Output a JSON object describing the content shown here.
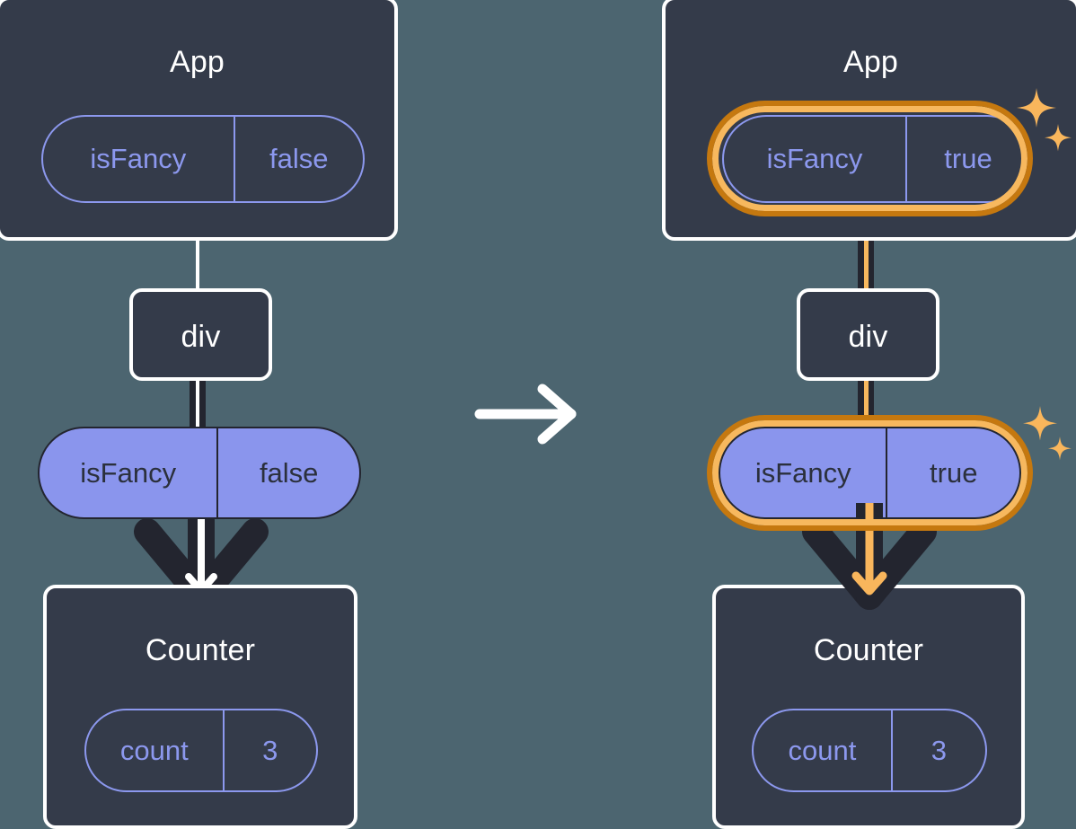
{
  "diagram": {
    "title": "React state update tree diagram",
    "type": "component-tree-comparison",
    "background_color": "#4c6570",
    "colors": {
      "box_fill": "#343b4a",
      "box_border": "#ffffff",
      "pill_outline": "#8c98ee",
      "pill_fill": "#8a95ed",
      "pill_fill_text": "#2b303c",
      "highlight_inner": "#f7b85e",
      "highlight_outer": "#c5780f",
      "connector_dark": "#23252f",
      "connector_white": "#ffffff",
      "sparkle": "#f9b65c"
    },
    "transition_arrow": "arrow-right-icon"
  },
  "panels": [
    {
      "id": "before",
      "app": {
        "title": "App",
        "state": {
          "key": "isFancy",
          "value": "false",
          "value_bold": false,
          "highlighted": false
        }
      },
      "div": {
        "label": "div"
      },
      "prop": {
        "key": "isFancy",
        "value": "false",
        "value_bold": false,
        "highlighted": false
      },
      "counter": {
        "title": "Counter",
        "state": {
          "key": "count",
          "value": "3",
          "value_bold": false,
          "highlighted": false
        }
      },
      "sparkles_visible": false
    },
    {
      "id": "after",
      "app": {
        "title": "App",
        "state": {
          "key": "isFancy",
          "value": "true",
          "value_bold": true,
          "highlighted": true
        }
      },
      "div": {
        "label": "div"
      },
      "prop": {
        "key": "isFancy",
        "value": "true",
        "value_bold": true,
        "highlighted": true
      },
      "counter": {
        "title": "Counter",
        "state": {
          "key": "count",
          "value": "3",
          "value_bold": false,
          "highlighted": false
        }
      },
      "sparkles_visible": true
    }
  ]
}
